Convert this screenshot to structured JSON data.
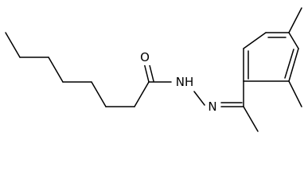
{
  "molecule": {
    "atoms": {
      "carbonyl_oxygen": "O",
      "amide_nitrogen": "NH",
      "imine_nitrogen": "N"
    }
  }
}
